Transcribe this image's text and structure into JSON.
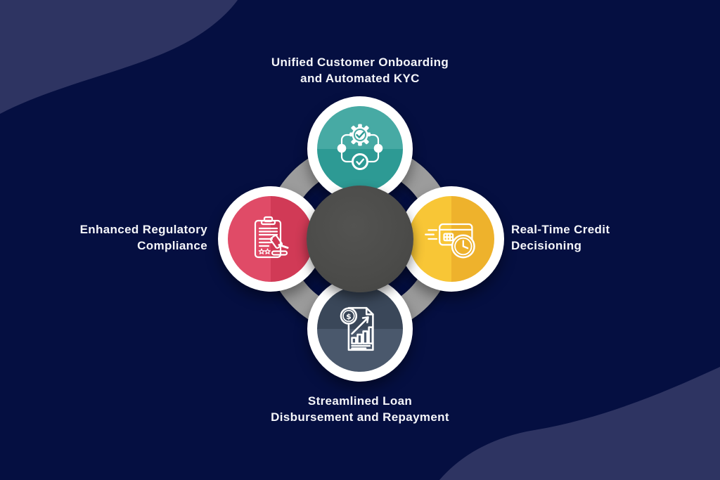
{
  "background": {
    "base_color": "#050F41",
    "blob_color": "#2E3462"
  },
  "ring_color": "#9C9C9C",
  "center_color": "#4B4B49",
  "text_color": "#F5F6FA",
  "nodes": [
    {
      "id": "onboarding-kyc",
      "position": "top",
      "icon": "workflow-gear-check-icon",
      "label_lines": [
        "Unified Customer Onboarding",
        "and Automated KYC"
      ],
      "color_light": "#47AAA4",
      "color_dark": "#2D9A94",
      "split": "horizontal"
    },
    {
      "id": "regulatory-compliance",
      "position": "left",
      "icon": "clipboard-gavel-icon",
      "label_lines": [
        "Enhanced Regulatory",
        "Compliance"
      ],
      "color_light": "#E04B67",
      "color_dark": "#D13A56",
      "split": "vertical"
    },
    {
      "id": "credit-decisioning",
      "position": "right",
      "icon": "credit-card-clock-icon",
      "label_lines": [
        "Real-Time Credit",
        "Decisioning"
      ],
      "color_light": "#F8C636",
      "color_dark": "#EEB22C",
      "split": "vertical"
    },
    {
      "id": "loan-disbursement",
      "position": "bottom",
      "icon": "finance-report-chart-icon",
      "label_lines": [
        "Streamlined Loan",
        "Disbursement and Repayment"
      ],
      "color_light": "#4A586C",
      "color_dark": "#3A4759",
      "split": "horizontal-reverse"
    }
  ]
}
